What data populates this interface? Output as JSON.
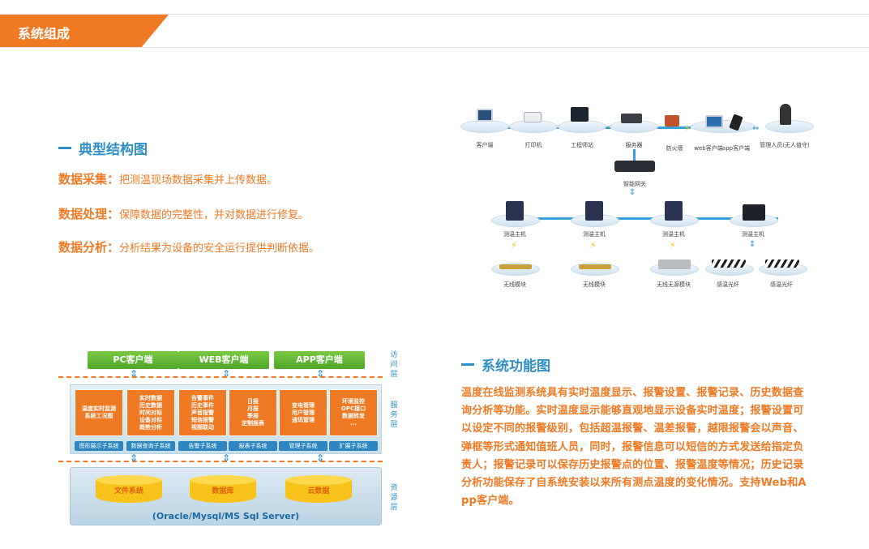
{
  "header": {
    "title": "系统组成"
  },
  "structure": {
    "title": "典型结构图",
    "features": [
      {
        "label": "数据采集：",
        "text": "把测温现场数据采集并上传数据。"
      },
      {
        "label": "数据处理：",
        "text": "保障数据的完整性，并对数据进行修复。"
      },
      {
        "label": "数据分析：",
        "text": "分析结果为设备的安全运行提供判断依据。"
      }
    ]
  },
  "function": {
    "title": "系统功能图",
    "description": "温度在线监测系统具有实时温度显示、报警设置、报警记录、历史数据查询分析等功能。实时温度显示能够直观地显示设备实时温度；报警设置可以设定不同的报警级别，包括超温报警、温差报警，越限报警会以声音、弹框等形式通知值班人员，同时，报警信息可以短信的方式发送给指定负责人；报警记录可以保存历史报警点的位置、报警温度等情况；历史记录分析功能保存了自系统安装以来所有测点温度的变化情况。支持Web和App客户端。"
  },
  "network": {
    "top_devices": [
      "客户端",
      "打印机",
      "工程师站",
      "服务器",
      "防火墙",
      "web客户端",
      "app客户端",
      "管理人员(无人值守)"
    ],
    "gateway": "智能网关",
    "hosts": [
      "测温主机",
      "测温主机",
      "测温主机",
      "测温主机"
    ],
    "sensors": [
      "无线模块",
      "无线模块",
      "无线无源模块",
      "感温光纤",
      "感温光纤"
    ]
  },
  "architecture": {
    "clients": [
      "PC客户端",
      "WEB客户端",
      "APP客户端"
    ],
    "layers": [
      "访问层",
      "服务层",
      "资源层"
    ],
    "services": [
      {
        "lines": [
          "温度实时监测",
          "系统工况图"
        ],
        "tag": "图形展示子系统"
      },
      {
        "lines": [
          "实时数据",
          "历史数据",
          "时间对标",
          "设备对标",
          "趋势分析"
        ],
        "tag": "数据查询子系统"
      },
      {
        "lines": [
          "告警事件",
          "历史事件",
          "声音报警",
          "短信报警",
          "视频联动"
        ],
        "tag": "告警子系统"
      },
      {
        "lines": [
          "日报",
          "月报",
          "季报",
          "定制报表"
        ],
        "tag": "报表子系统"
      },
      {
        "lines": [
          "变电管理",
          "用户管理",
          "通讯管理"
        ],
        "tag": "管理子系统"
      },
      {
        "lines": [
          "环境监控",
          "OPC接口",
          "数据转发",
          "..."
        ],
        "tag": "扩展子系统"
      }
    ],
    "resources": [
      "文件系统",
      "数据库",
      "云数据"
    ],
    "database_caption": "(Oracle/Mysql/MS Sql Server)"
  }
}
